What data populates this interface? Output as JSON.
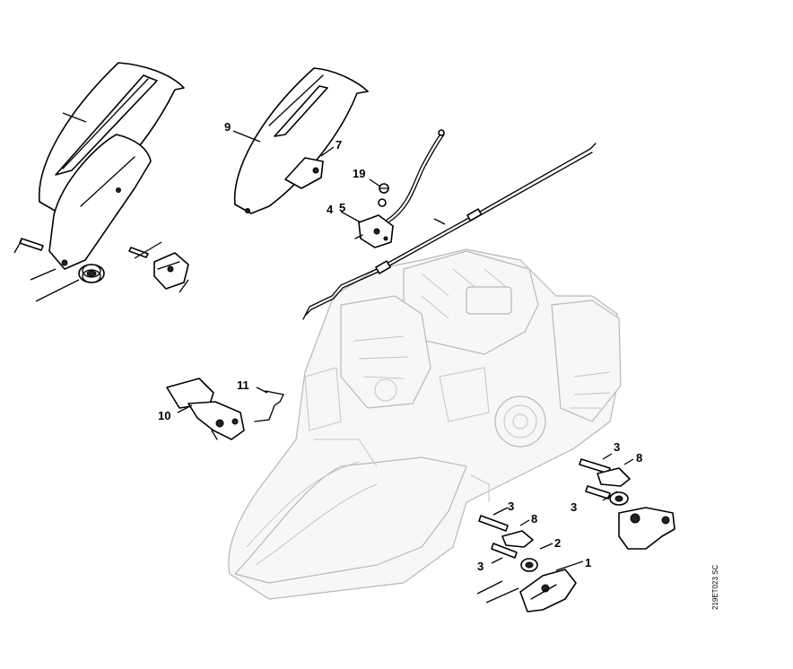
{
  "callouts": {
    "n1": "1",
    "n2": "2",
    "n3a": "3",
    "n3b": "3",
    "n3c": "3",
    "n3d": "3",
    "n4": "4",
    "n5": "5",
    "n7": "7",
    "n8a": "8",
    "n8b": "8",
    "n9": "9",
    "n10": "10",
    "n11": "11",
    "n19": "19"
  },
  "drawing_code": "219ET023 SC",
  "colors": {
    "ink": "#000000",
    "housing_outline": "#b8b8b8",
    "background": "#ffffff"
  }
}
